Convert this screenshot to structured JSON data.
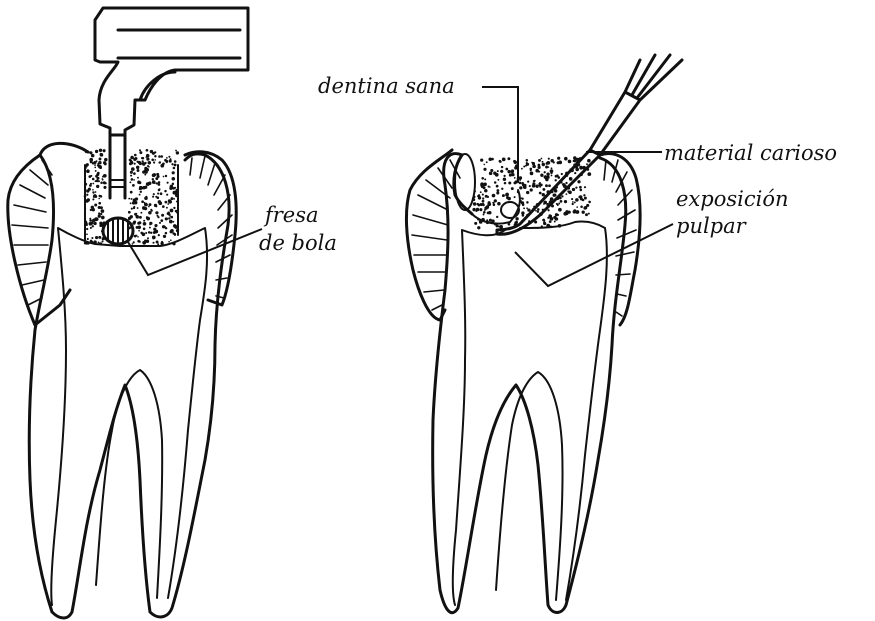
{
  "labels": {
    "fresa_line1": "fresa",
    "fresa_line2": "de bola",
    "dentina": "dentina sana",
    "material": "material carioso",
    "exposicion_line1": "exposición",
    "exposicion_line2": "pulpar"
  },
  "colors": {
    "ink": "#111111",
    "paper": "#ffffff"
  }
}
